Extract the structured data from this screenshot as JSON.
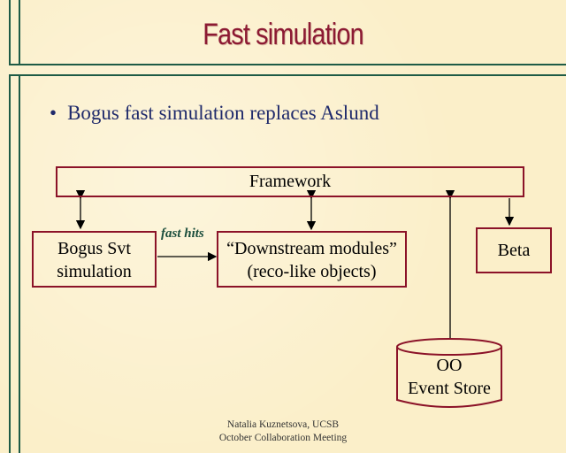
{
  "slide": {
    "title": "Fast simulation",
    "bullet": "Bogus fast simulation replaces Aslund",
    "footer_line1": "Natalia Kuznetsova, UCSB",
    "footer_line2": "October Collaboration Meeting"
  },
  "diagram": {
    "framework": "Framework",
    "bogus_line1": "Bogus Svt",
    "bogus_line2": "simulation",
    "edge_label": "fast hits",
    "downstream_line1": "“Downstream modules”",
    "downstream_line2": "(reco-like objects)",
    "beta": "Beta",
    "store_line1": "OO",
    "store_line2": "Event Store"
  },
  "colors": {
    "title": "#8c1a33",
    "box_border": "#8b1228",
    "frame": "#1e5b46",
    "background": "#fbefc9"
  }
}
